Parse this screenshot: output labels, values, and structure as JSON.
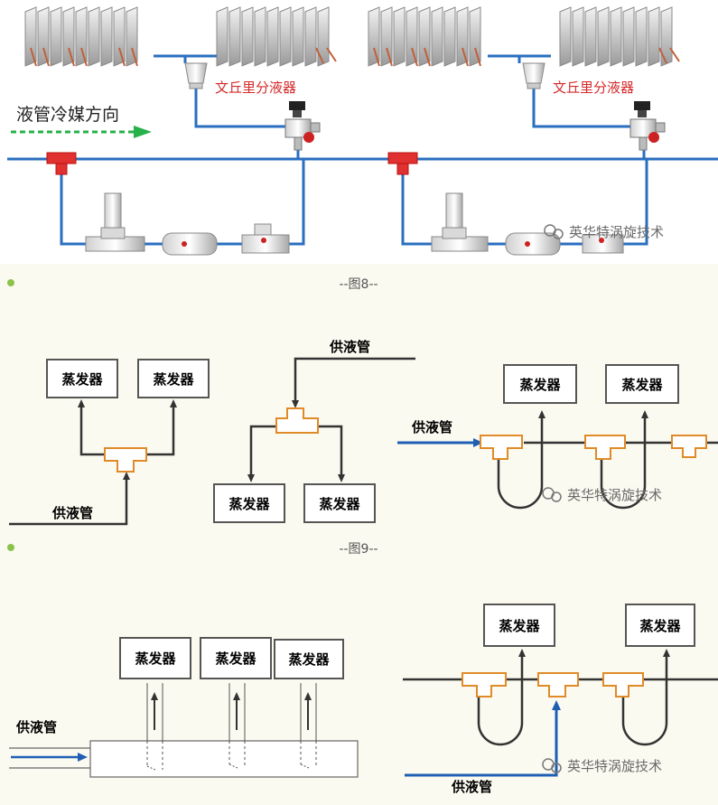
{
  "fig8": {
    "distributor_label": "文丘里分液器",
    "direction_label": "液管冷媒方向",
    "caption": "--图8--"
  },
  "fig9": {
    "evaporator": "蒸发器",
    "supply_pipe": "供液管",
    "caption": "--图9--"
  },
  "fig10": {
    "evaporator": "蒸发器",
    "supply_pipe": "供液管"
  },
  "watermark": "英华特涡旋技术",
  "colors": {
    "blue_pipe": "#2a6fc0",
    "orange_tee": "#e08a28",
    "red_tee": "#e03030",
    "green_arrow": "#27b14a",
    "bullet": "#8bc34a"
  }
}
